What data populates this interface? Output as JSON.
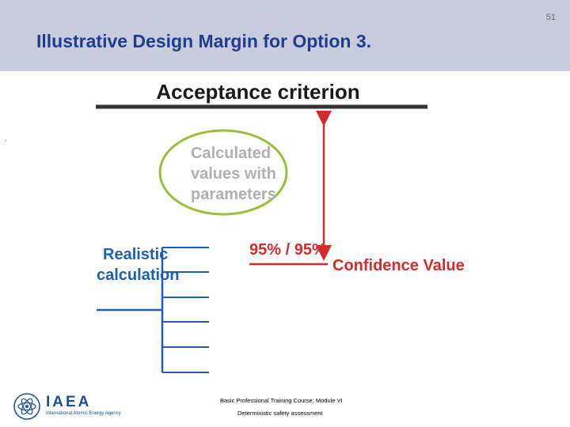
{
  "slide": {
    "title": "Illustrative Design Margin for Option 3.",
    "page_number": "51",
    "stray_mark": "."
  },
  "diagram": {
    "acceptance_label": "Acceptance criterion",
    "calculated_lines": [
      "Calculated",
      "values with",
      "parameters"
    ],
    "realistic_lines": [
      "Realistic",
      "calculation"
    ],
    "percent_label": "95% / 95%",
    "confidence_label": "Confidence Value",
    "colors": {
      "text_dark": "#1a1a1a",
      "circle_green": "#9bbf3a",
      "green_text": "#b0b0b0",
      "red": "#d52b2b",
      "blue": "#1f5fb0"
    }
  },
  "footer": {
    "course": "Basic Professional Training Course; Module VI",
    "subtitle": "Deterministic safety assessment"
  },
  "logo": {
    "name": "IAEA",
    "subtitle": "International Atomic Energy Agency",
    "icon": "iaea-atom-emblem-icon"
  }
}
